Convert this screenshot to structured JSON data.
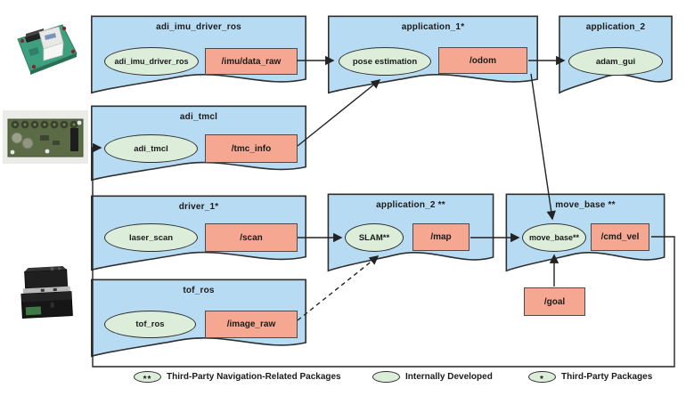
{
  "diagram": {
    "packages": [
      {
        "title": "adi_imu_driver_ros",
        "node": "adi_imu_driver_ros",
        "topic": "/imu/data_raw"
      },
      {
        "title": "application_1*",
        "node": "pose estimation",
        "topic": "/odom"
      },
      {
        "title": "application_2",
        "node": "adam_gui"
      },
      {
        "title": "adi_tmcl",
        "node": "adi_tmcl",
        "topic": "/tmc_info"
      },
      {
        "title": "driver_1*",
        "node": "laser_scan",
        "topic": "/scan"
      },
      {
        "title": "application_2 **",
        "node": "SLAM**",
        "topic": "/map"
      },
      {
        "title": "move_base **",
        "node": "move_base**",
        "topic": "/cmd_vel"
      },
      {
        "title": "tof_ros",
        "node": "tof_ros",
        "topic": "/image_raw"
      }
    ],
    "standalone_topic": "/goal",
    "legend": [
      {
        "marker": "**",
        "label": "Third-Party Navigation-Related Packages"
      },
      {
        "marker": "",
        "label": "Internally Developed"
      },
      {
        "marker": "*",
        "label": "Third-Party Packages"
      }
    ],
    "hardware": [
      {
        "name": "imu-board"
      },
      {
        "name": "motor-controller-board"
      },
      {
        "name": "tof-camera"
      }
    ],
    "colors": {
      "package_fill": "#b7dbf2",
      "package_border": "#2f2f2f",
      "node_fill": "#dcedda",
      "node_border": "#2f2f2f",
      "topic_fill": "#f5a791",
      "topic_border": "#4a4a4a",
      "connector": "#232323",
      "text": "#1b1b1b"
    }
  }
}
